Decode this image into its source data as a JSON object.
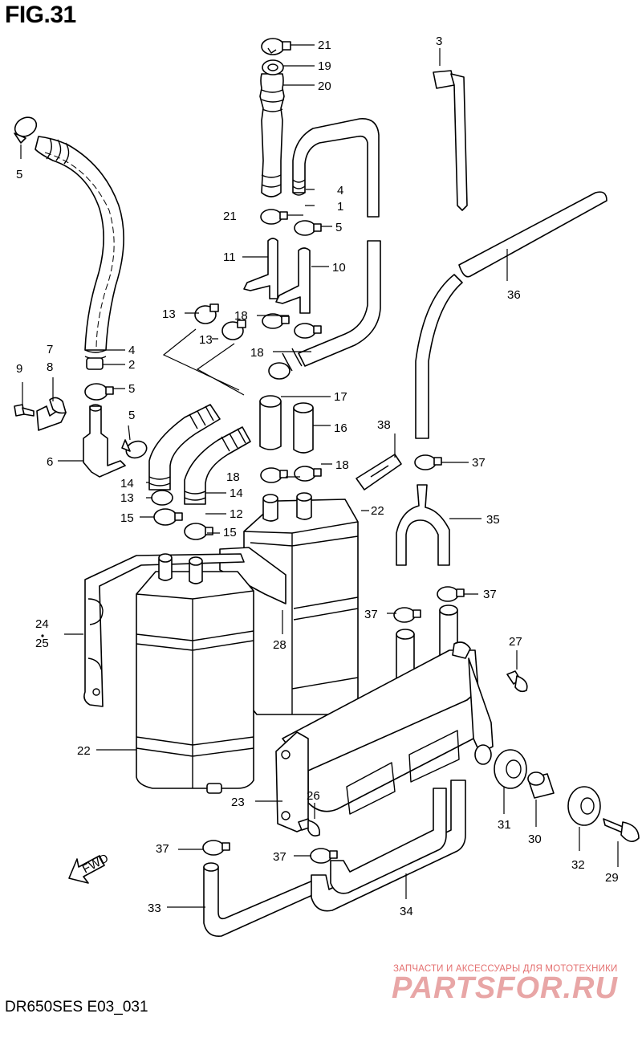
{
  "header": {
    "title": "FIG.31"
  },
  "footer": {
    "code": "DR650SES E03_031"
  },
  "watermark": {
    "small": "ЗАПЧАСТИ И АКСЕССУАРЫ ДЛЯ МОТОТЕХНИКИ",
    "large": "PARTSFOR.RU"
  },
  "direction_arrow": {
    "label": "FWD"
  },
  "callouts": {
    "c21a": "21",
    "c19": "19",
    "c20": "20",
    "c3": "3",
    "c5a": "5",
    "c4a": "4",
    "c1": "1",
    "c21b": "21",
    "c5b": "5",
    "c11": "11",
    "c10": "10",
    "c36": "36",
    "c13a": "13",
    "c18a": "18",
    "c13b": "13",
    "c18b": "18",
    "c7": "7",
    "c4b": "4",
    "c9": "9",
    "c8": "8",
    "c2": "2",
    "c5c": "5",
    "c17": "17",
    "c5d": "5",
    "c16": "16",
    "c38": "38",
    "c6": "6",
    "c37a": "37",
    "c18c": "18",
    "c18d": "18",
    "c14a": "14",
    "c14b": "14",
    "c13c": "13",
    "c12": "12",
    "c22a": "22",
    "c15a": "15",
    "c15b": "15",
    "c35": "35",
    "c37b": "37",
    "c37c": "37",
    "c24": "24",
    "c25": "25",
    "c28": "28",
    "c27": "27",
    "c22b": "22",
    "c23": "23",
    "c26": "26",
    "c31": "31",
    "c30": "30",
    "c32": "32",
    "c29": "29",
    "c37d": "37",
    "c37e": "37",
    "c33": "33",
    "c34": "34"
  }
}
